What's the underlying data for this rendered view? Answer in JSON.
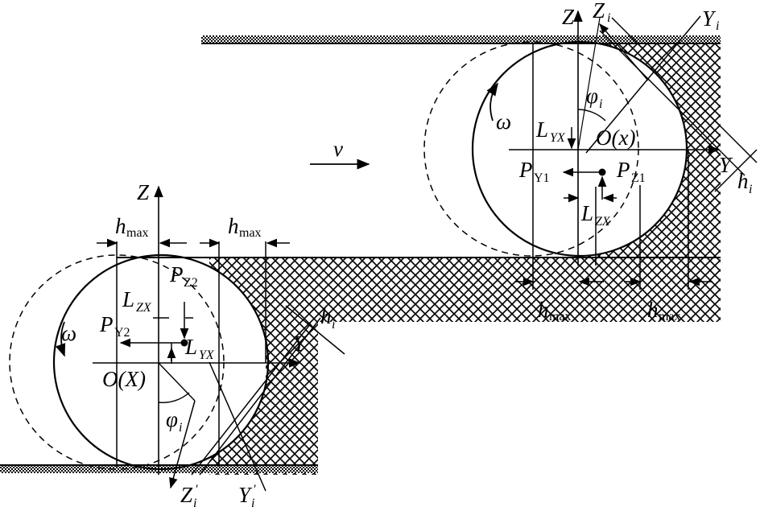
{
  "labels": {
    "velocity": "v",
    "top": {
      "z_axis": "Z",
      "zi_axis": "Z",
      "zi_sub": "i",
      "yi_axis": "Y",
      "yi_sub": "i",
      "phi": "φ",
      "phi_sub": "i",
      "omega": "ω",
      "lyx": "L",
      "lyx_sub": "YX",
      "origin": "O(x)",
      "y_axis": "Y",
      "hi": "h",
      "hi_sub": "i",
      "py1": "P",
      "py1_sub": "Y1",
      "pz1": "P",
      "pz1_sub": "Z1",
      "lzx": "L",
      "lzx_sub": "ZX",
      "hmax_left": "h",
      "hmax_left_sub": "max",
      "hmax_right": "h",
      "hmax_right_sub": "max"
    },
    "bottom": {
      "z_axis": "Z",
      "hmax_left": "h",
      "hmax_left_sub": "max",
      "hmax_right": "h",
      "hmax_right_sub": "max",
      "pz2": "P",
      "pz2_sub": "Z2",
      "lzx": "L",
      "lzx_sub": "ZX",
      "omega": "ω",
      "py2": "P",
      "py2_sub": "Y2",
      "lyx": "L",
      "lyx_sub": "YX",
      "hi": "h",
      "hi_sub": "i",
      "y_axis": "Y",
      "origin": "O(X)",
      "phi": "φ",
      "phi_sub": "i",
      "zi_axis": "Z",
      "zi_sub": "i",
      "zi_prime": "′",
      "yi_axis": "Y",
      "yi_sub": "i",
      "yi_prime": "′"
    }
  }
}
